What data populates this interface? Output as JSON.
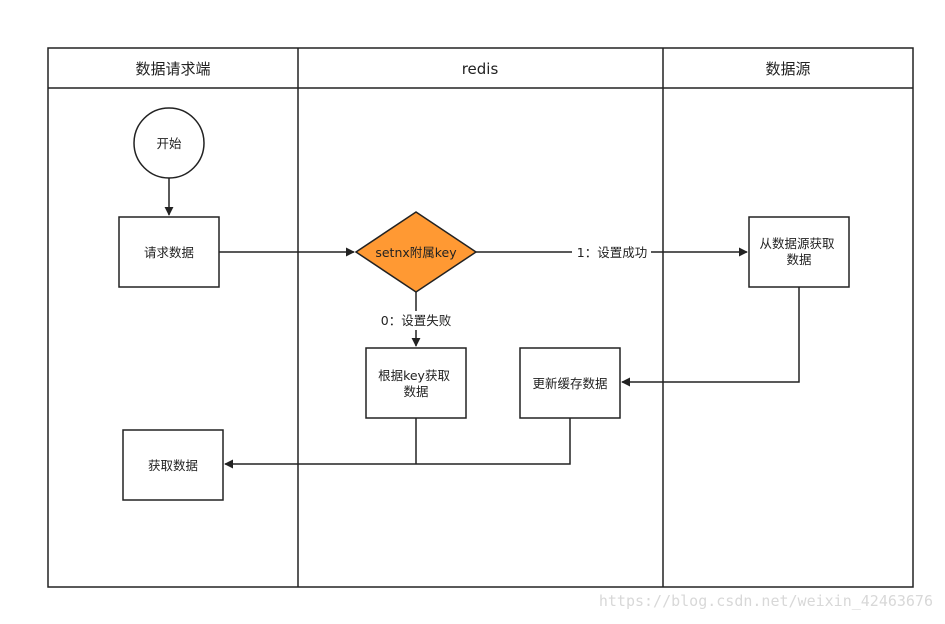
{
  "lanes": [
    {
      "header": "数据请求端"
    },
    {
      "header": "redis"
    },
    {
      "header": "数据源"
    }
  ],
  "nodes": {
    "start": "开始",
    "request": "请求数据",
    "setnx": "setnx附属key",
    "fetch_from_source": [
      "从数据源获取",
      "数据"
    ],
    "fetch_by_key": [
      "根据key获取",
      "数据"
    ],
    "update_cache": "更新缓存数据",
    "get_data": "获取数据"
  },
  "edges": {
    "success": "1：设置成功",
    "fail": "0：设置失败"
  },
  "colors": {
    "decision_fill": "#FF9933",
    "stroke": "#222222"
  },
  "watermark": "https://blog.csdn.net/weixin_42463676"
}
